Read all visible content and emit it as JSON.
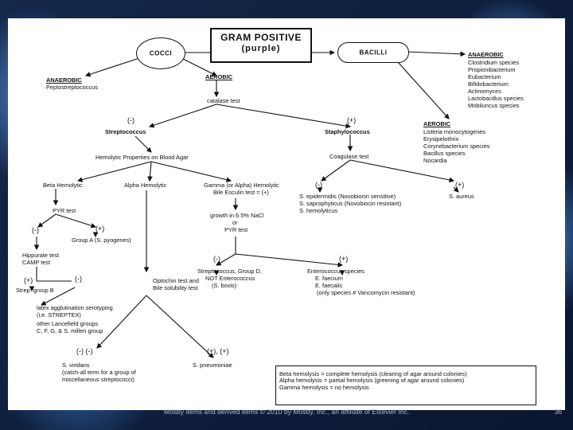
{
  "title": {
    "line1": "GRAM POSITIVE",
    "line2": "(purple)"
  },
  "cocci": {
    "label": "COCCI",
    "anaerobic_label": "ANAEROBIC",
    "anaerobic_org": "Peptostreptococcus",
    "aerobic_label": "AEROBIC",
    "catalase": "catalase test",
    "neg": "(-)",
    "pos": "(+)",
    "streptococcus": "Streptococcus",
    "staphylococcus": "Staphylococcus"
  },
  "bacilli": {
    "label": "BACILLI",
    "anaerobic_label": "ANAEROBIC",
    "anaerobic_list": [
      "Clostridium species",
      "Propionibacterium",
      "Eubacterium",
      "Bifidobacterium",
      "Actinomyces",
      "Lactobacillus species",
      "Mobiluncus species"
    ],
    "aerobic_label": "AEROBIC",
    "aerobic_list": [
      "Listeria monocytogenes",
      "Erysipelothrix",
      "Corynebacterium species",
      "Bacillus species",
      "Nocardia"
    ]
  },
  "strep": {
    "hemolytic": "Hemolytic Properties on Blood Agar",
    "beta": "Beta Hemolytic",
    "alpha": "Alpha Hemolytic",
    "gamma_line1": "Gamma (or Alpha) Hemolytic",
    "gamma_line2": "Bile Esculin test = (+)",
    "pyr": "PYR test",
    "pyr_neg": "(-)",
    "pyr_pos": "(+)",
    "group_a": "Group A (S. pyogenes)",
    "hippurate_line1": "Hippurate test",
    "hippurate_line2": "CAMP test",
    "hip_pos": "(+)",
    "hip_neg": "(-)",
    "group_b": "Strep. group B",
    "latex_lines": [
      "latex agglutination serotyping",
      "(i.e. STREPTEX)",
      "other Lancefield groups",
      "C, F, G, & S. milleri group"
    ],
    "optochin_line1": "Optochin test and",
    "optochin_line2": "Bile solubility test",
    "opt_neg": "(-) (-)",
    "opt_pos": "(+), (+)",
    "viridans_lines": [
      "S. viridans",
      "(catch-all term for a group of",
      "miscellaneous streptococci)"
    ],
    "pneumoniae": "S. pneumoniae",
    "nacl_line1": "growth in 6.5% NaCl",
    "nacl_line2": "or",
    "nacl_line3": "PYR test",
    "nacl_neg": "(-)",
    "nacl_pos": "(+)",
    "groupd_lines": [
      "Streptococcus, Group D,",
      "NOT Enterococcus",
      "(S. bovis)"
    ],
    "entero_lines": [
      "Enterococcus species",
      "E. faecium",
      "E. faecalis",
      "(only species # Vancomycin resistant)"
    ]
  },
  "staph": {
    "coagulase": "Coagulase test",
    "neg": "(-)",
    "pos": "(+)",
    "neg_list": [
      "S. epidermidis (Novobiocin sensitive)",
      "S. saprophyticus (Novobiocin resistant)",
      "S. hemolyticus"
    ],
    "aureus": "S. aureus"
  },
  "legend": [
    "Beta hemolysis = complete hemolysis (clearing of agar around colonies)",
    "Alpha hemolysis = partial hemolysis (greening of agar around colonies)",
    "Gamma hemolysis = no hemolysis"
  ],
  "footer": "Mosby items and derived items © 2010 by Mosby, Inc., an affiliate of Elsevier Inc.",
  "page_number": "36"
}
